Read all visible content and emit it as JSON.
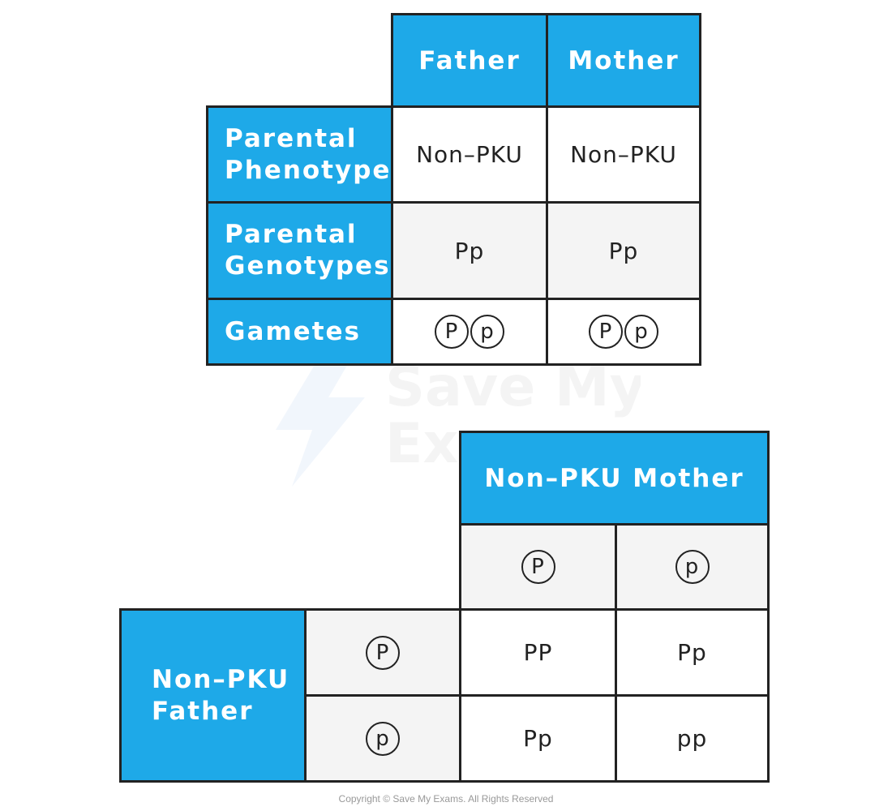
{
  "top_table": {
    "col_headers": [
      "Father",
      "Mother"
    ],
    "rows": [
      {
        "label": "Parental\nPhenotypes",
        "father": "Non–PKU",
        "mother": "Non–PKU"
      },
      {
        "label": "Parental\nGenotypes",
        "father": "Pp",
        "mother": "Pp"
      },
      {
        "label": "Gametes",
        "father_gametes": [
          "P",
          "p"
        ],
        "mother_gametes": [
          "P",
          "p"
        ]
      }
    ]
  },
  "punnett": {
    "mother_header": "Non–PKU Mother",
    "father_header": "Non–PKU\nFather",
    "mother_gametes": [
      "P",
      "p"
    ],
    "father_gametes": [
      "P",
      "p"
    ],
    "offspring": [
      [
        "PP",
        "Pp"
      ],
      [
        "Pp",
        "pp"
      ]
    ]
  },
  "watermark": {
    "line1": "Save My",
    "line2": "Exams"
  },
  "copyright": "Copyright © Save My Exams. All Rights Reserved",
  "colors": {
    "header_blue": "#1ea9e8",
    "grey_cell": "#f4f4f4",
    "border": "#222222"
  }
}
